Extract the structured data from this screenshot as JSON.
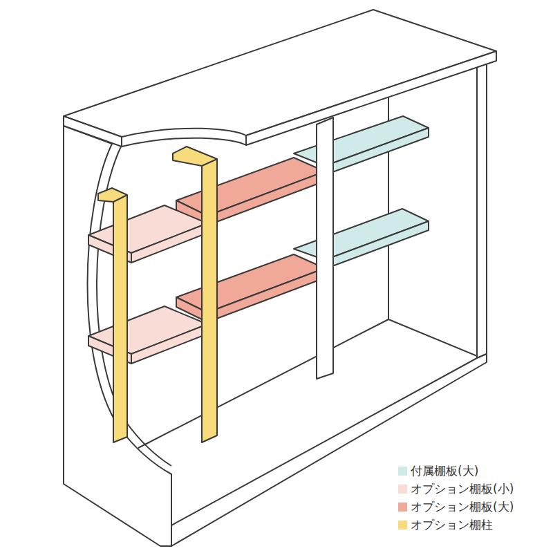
{
  "diagram": {
    "legend": [
      {
        "text": "付属棚板(大)",
        "color": "#cfeae8"
      },
      {
        "text": "オプション棚板(小)",
        "color": "#f9dcd6"
      },
      {
        "text": "オプション棚板(大)",
        "color": "#f0a898"
      },
      {
        "text": "オプション棚柱",
        "color": "#f8dc7c"
      }
    ]
  }
}
